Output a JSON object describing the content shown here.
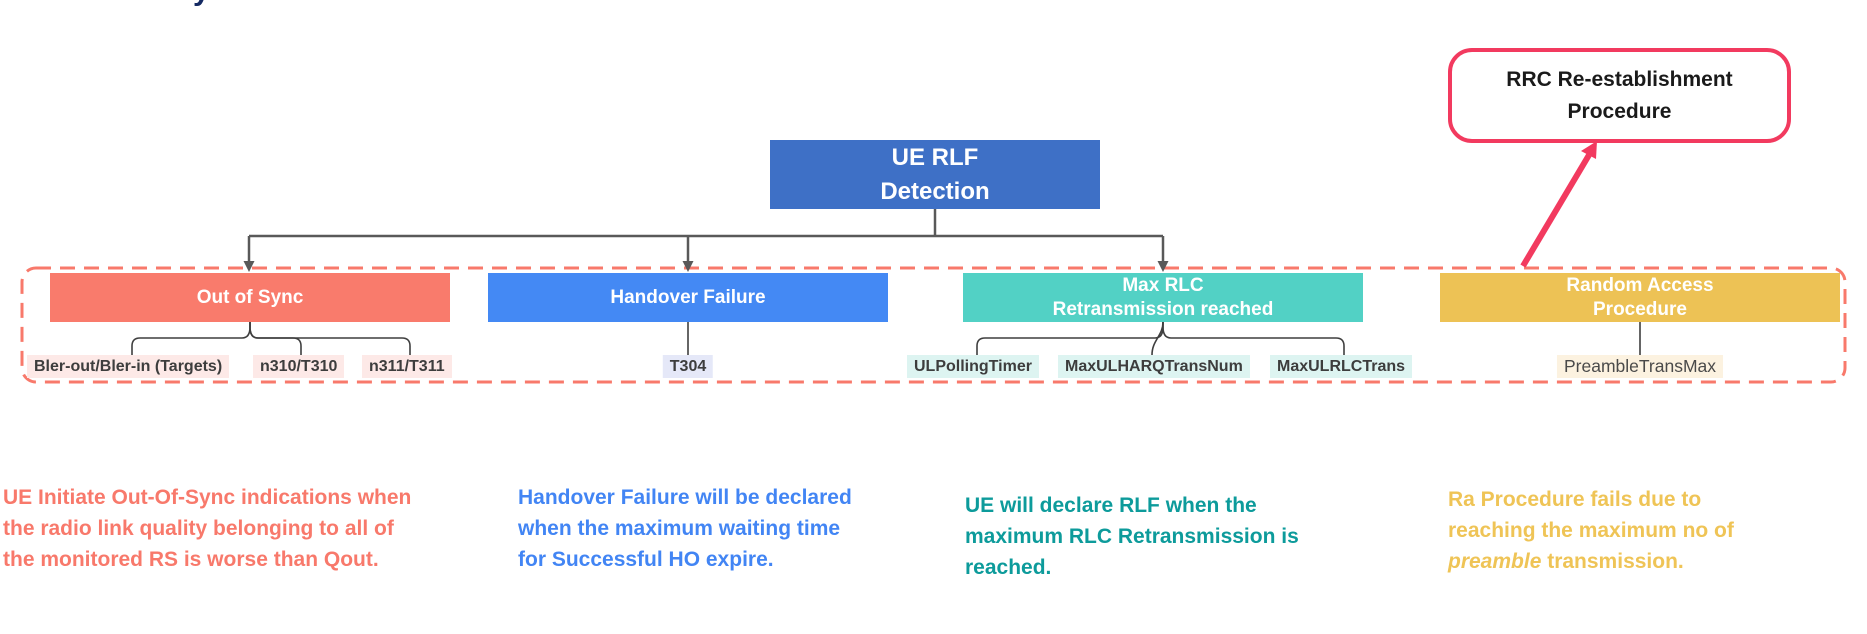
{
  "root": {
    "title": "UE RLF\nDetection"
  },
  "callout": {
    "title": "RRC Re-establishment\nProcedure"
  },
  "branches": [
    {
      "title": "Out of Sync",
      "color": "#F97B6C",
      "leaf_bg": "#FDE9E7",
      "note_color": "#F8796B",
      "leaves": [
        "Bler-out/Bler-in (Targets)",
        "n310/T310",
        "n311/T311"
      ],
      "note_lines": [
        "UE Initiate Out-Of-Sync indications when",
        "the radio link quality belonging to all of",
        "the monitored RS is worse than Qout."
      ]
    },
    {
      "title": "Handover Failure",
      "color": "#4489F4",
      "leaf_bg": "#E5E8F8",
      "note_color": "#4285F4",
      "leaves": [
        "T304"
      ],
      "note_lines": [
        "Handover Failure will be declared",
        "when the maximum waiting time",
        "for Successful HO expire."
      ]
    },
    {
      "title": "Max RLC\nRetransmission reached",
      "color": "#52D1C5",
      "leaf_bg": "#DDF4F1",
      "note_color": "#0D9B9B",
      "leaves": [
        "ULPollingTimer",
        "MaxULHARQTransNum",
        "MaxULRLCTrans"
      ],
      "note_lines": [
        "UE will declare RLF when the",
        "maximum RLC Retransmission is",
        "reached."
      ]
    },
    {
      "title": "Random Access\nProcedure",
      "color": "#EDC255",
      "leaf_bg": "#FCF2E0",
      "note_color": "#EFC456",
      "leaves": [
        "PreambleTransMax"
      ],
      "note_lines": [
        "Ra Procedure fails due to",
        "reaching the maximum no of",
        {
          "italic": "preamble",
          "rest": " transmission."
        }
      ]
    }
  ],
  "colors": {
    "root_bg": "#3E70C6",
    "callout_border": "#F23A5F",
    "callout_arrow": "#F23A5F",
    "dashed_frame": "#F8796B",
    "tree_connector": "#595959",
    "leaf_connector": "#3f3f3f"
  }
}
